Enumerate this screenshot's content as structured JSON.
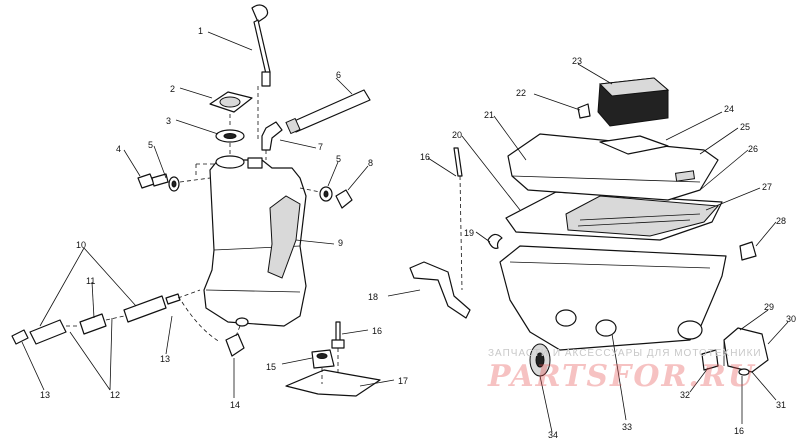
{
  "callouts": [
    {
      "id": "c1",
      "text": "1"
    },
    {
      "id": "c2",
      "text": "2"
    },
    {
      "id": "c3",
      "text": "3"
    },
    {
      "id": "c4",
      "text": "4"
    },
    {
      "id": "c5a",
      "text": "5"
    },
    {
      "id": "c5b",
      "text": "5"
    },
    {
      "id": "c6",
      "text": "6"
    },
    {
      "id": "c7",
      "text": "7"
    },
    {
      "id": "c8",
      "text": "8"
    },
    {
      "id": "c9",
      "text": "9"
    },
    {
      "id": "c10",
      "text": "10"
    },
    {
      "id": "c11",
      "text": "11"
    },
    {
      "id": "c12",
      "text": "12"
    },
    {
      "id": "c13a",
      "text": "13"
    },
    {
      "id": "c13b",
      "text": "13"
    },
    {
      "id": "c14",
      "text": "14"
    },
    {
      "id": "c15",
      "text": "15"
    },
    {
      "id": "c16a",
      "text": "16"
    },
    {
      "id": "c16b",
      "text": "16"
    },
    {
      "id": "c16c",
      "text": "16"
    },
    {
      "id": "c17",
      "text": "17"
    },
    {
      "id": "c18",
      "text": "18"
    },
    {
      "id": "c19",
      "text": "19"
    },
    {
      "id": "c20",
      "text": "20"
    },
    {
      "id": "c21",
      "text": "21"
    },
    {
      "id": "c22",
      "text": "22"
    },
    {
      "id": "c23",
      "text": "23"
    },
    {
      "id": "c24",
      "text": "24"
    },
    {
      "id": "c25",
      "text": "25"
    },
    {
      "id": "c26",
      "text": "26"
    },
    {
      "id": "c27",
      "text": "27"
    },
    {
      "id": "c28",
      "text": "28"
    },
    {
      "id": "c29",
      "text": "29"
    },
    {
      "id": "c30",
      "text": "30"
    },
    {
      "id": "c31",
      "text": "31"
    },
    {
      "id": "c32",
      "text": "32"
    },
    {
      "id": "c33",
      "text": "33"
    },
    {
      "id": "c34",
      "text": "34"
    }
  ],
  "watermark": {
    "tagline": "ЗАПЧАСТИ И АКСЕССУАРЫ ДЛЯ МОТОТЕХНИКИ",
    "logo": "PARTSFOR.RU"
  }
}
